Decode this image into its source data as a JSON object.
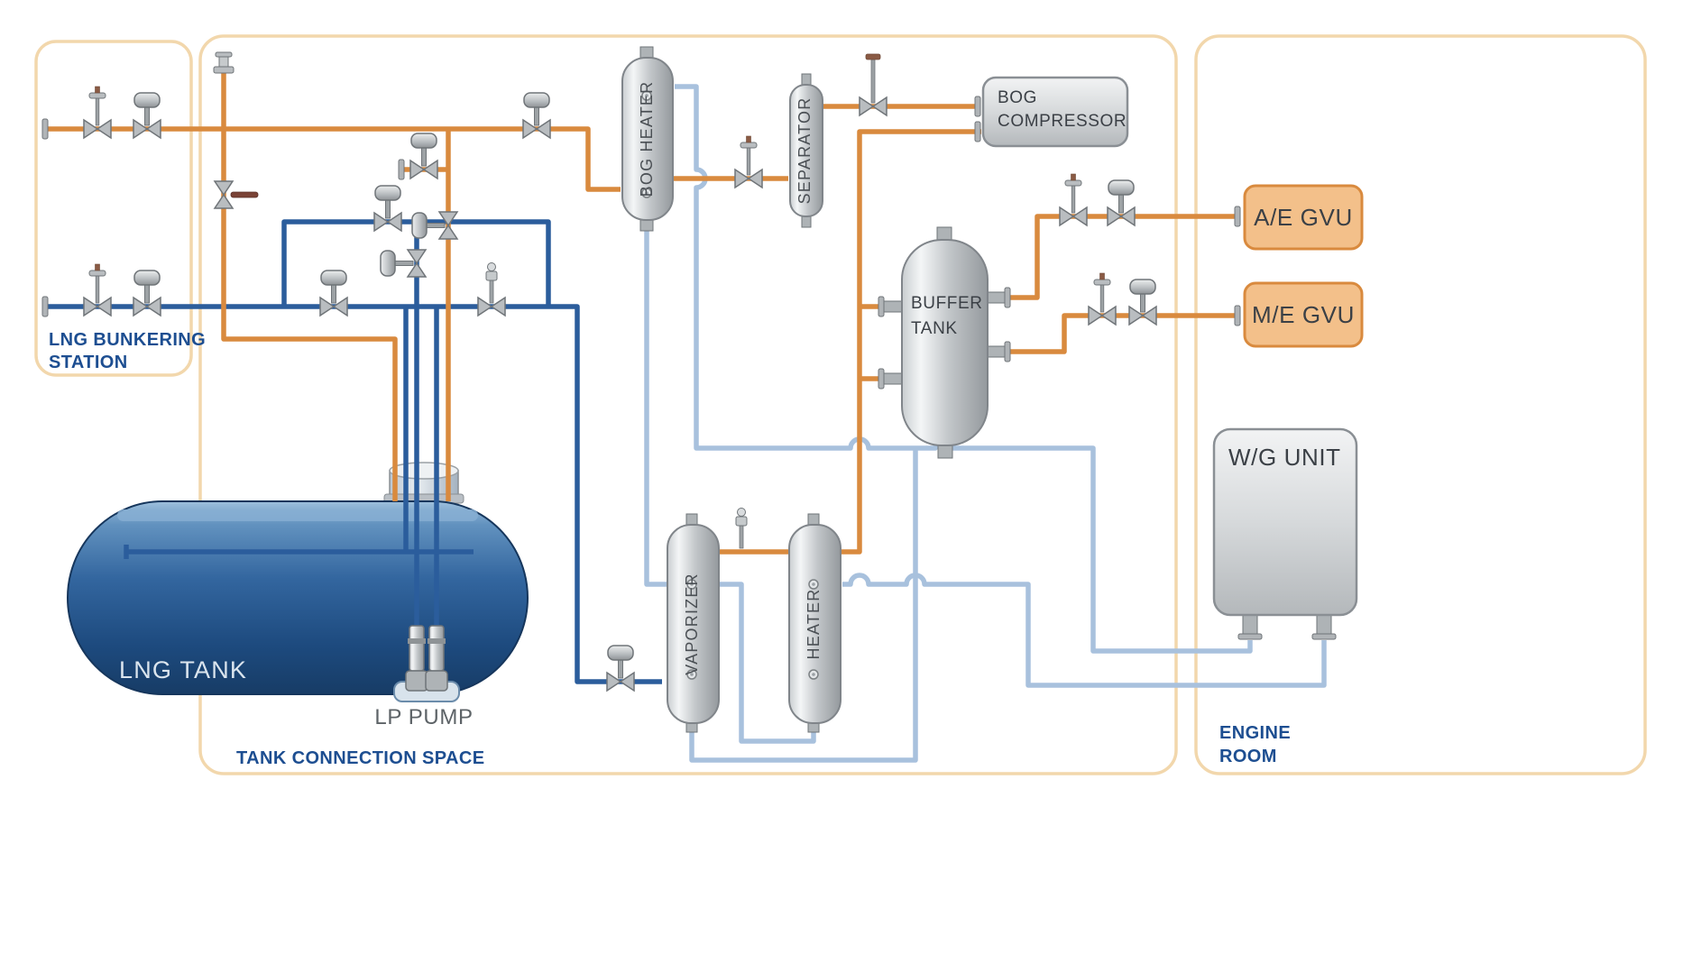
{
  "colors": {
    "pipe_gas_orange": "#d98a3e",
    "pipe_lng_dark_blue": "#2b5d9c",
    "pipe_glycol_light_blue": "#a8c1dd",
    "zone_border_tan": "#f2d7ac",
    "zone_label_blue": "#1d4e91",
    "gvu_box_fill": "#f3c08a",
    "tank_blue": "#2f639c"
  },
  "zones": {
    "bunkering": {
      "label_line1": "LNG BUNKERING",
      "label_line2": "STATION"
    },
    "tank_connection_space": {
      "label": "TANK CONNECTION SPACE"
    },
    "engine_room": {
      "label_line1": "ENGINE",
      "label_line2": "ROOM"
    }
  },
  "equipment": {
    "lng_tank": {
      "label": "LNG TANK"
    },
    "lp_pump": {
      "label": "LP PUMP"
    },
    "bog_heater": {
      "label": "BOG HEATER"
    },
    "separator": {
      "label": "SEPARATOR"
    },
    "bog_compressor": {
      "label_line1": "BOG",
      "label_line2": "COMPRESSOR"
    },
    "buffer_tank": {
      "label_line1": "BUFFER",
      "label_line2": "TANK"
    },
    "ae_gvu": {
      "label": "A/E GVU"
    },
    "me_gvu": {
      "label": "M/E GVU"
    },
    "wg_unit": {
      "label": "W/G UNIT"
    },
    "vaporizer": {
      "label": "VAPORIZER"
    },
    "heater": {
      "label": "HEATER"
    }
  }
}
